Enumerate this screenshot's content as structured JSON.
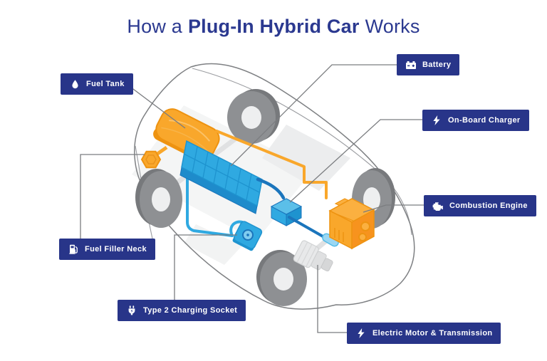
{
  "title": {
    "prefix": "How a",
    "emphasis": "Plug-In Hybrid Car",
    "suffix": "Works"
  },
  "labels": [
    {
      "id": "fuel-tank",
      "text": "Fuel Tank",
      "icon": "droplet-icon"
    },
    {
      "id": "battery",
      "text": "Battery",
      "icon": "car-battery-icon"
    },
    {
      "id": "on-board-charger",
      "text": "On-Board Charger",
      "icon": "lightning-bolt-icon"
    },
    {
      "id": "combustion-engine",
      "text": "Combustion Engine",
      "icon": "engine-icon"
    },
    {
      "id": "fuel-filler-neck",
      "text": "Fuel Filler Neck",
      "icon": "fuel-pump-icon"
    },
    {
      "id": "type-2-charging-socket",
      "text": "Type 2 Charging Socket",
      "icon": "charging-plug-icon"
    },
    {
      "id": "electric-motor-transmission",
      "text": "Electric Motor & Transmission",
      "icon": "lightning-bolt-icon"
    }
  ],
  "colors": {
    "title_text": "#2B3990",
    "label_background": "#283589",
    "label_text": "#FFFFFF",
    "fuel_orange": "#F9A72B",
    "fuel_orange_dark": "#EE9311",
    "electric_blue": "#2FA9E1",
    "electric_blue_dark": "#1B75BC",
    "outline_gray": "#7E8083",
    "wheel_gray": "#8E9093"
  },
  "diagram": {
    "type": "labeled-cutaway-illustration",
    "subject": "plug-in hybrid car chassis, isometric view",
    "components": [
      "car-outline",
      "rear-right-wheel",
      "rear-left-wheel",
      "front-right-wheel",
      "front-left-wheel",
      "fuel-tank",
      "fuel-filler-neck",
      "battery-pack",
      "on-board-charger",
      "type-2-charging-socket",
      "combustion-engine",
      "electric-motor-transmission",
      "fuel-line",
      "charging-cable",
      "power-cable"
    ]
  }
}
